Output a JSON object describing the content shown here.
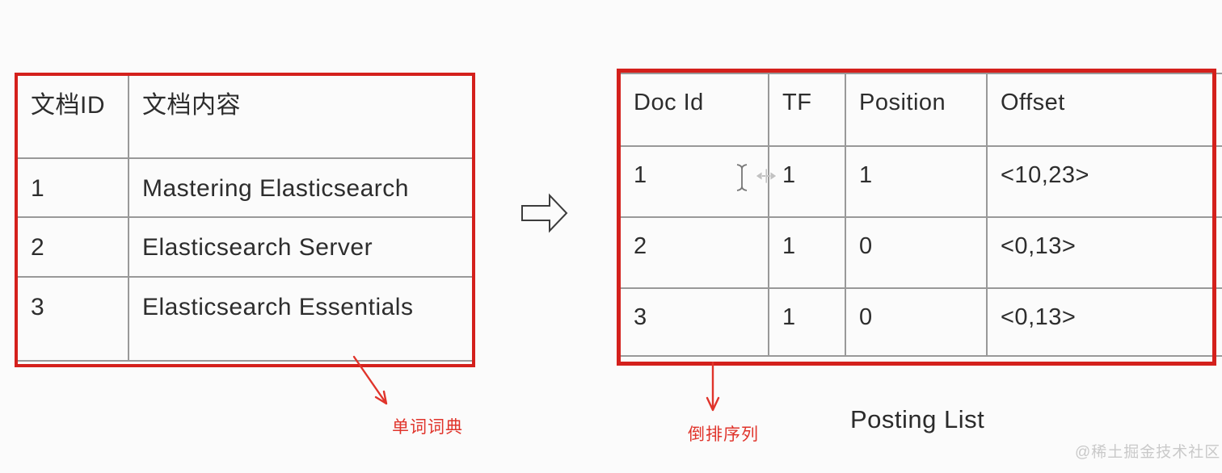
{
  "colors": {
    "accent_red": "#d4201c",
    "annotation_red": "#e0342b",
    "grid_gray": "#999999",
    "text_dark": "#2d2d2d",
    "watermark_gray": "#c9c9c9",
    "background": "#fbfbfb"
  },
  "left_table": {
    "headers": [
      "文档ID",
      "文档内容"
    ],
    "rows": [
      [
        "1",
        "Mastering Elasticsearch"
      ],
      [
        "2",
        "Elasticsearch Server"
      ],
      [
        "3",
        "Elasticsearch Essentials"
      ]
    ],
    "annotation": "单词词典"
  },
  "right_table": {
    "headers": [
      "Doc Id",
      "TF",
      "Position",
      "Offset"
    ],
    "rows": [
      [
        "1",
        "1",
        "1",
        "<10,23>"
      ],
      [
        "2",
        "1",
        "0",
        "<0,13>"
      ],
      [
        "3",
        "1",
        "0",
        "<0,13>"
      ]
    ],
    "annotation": "倒排序列",
    "caption": "Posting List"
  },
  "icons": {
    "flow_arrow": "hollow-right-block-arrow",
    "text_cursor": "i-beam-cursor",
    "resize_cursor": "column-resize-cursor",
    "left_annotation_arrow": "red-arrow-down-right",
    "right_annotation_arrow": "red-arrow-down"
  },
  "watermark": "@稀土掘金技术社区"
}
